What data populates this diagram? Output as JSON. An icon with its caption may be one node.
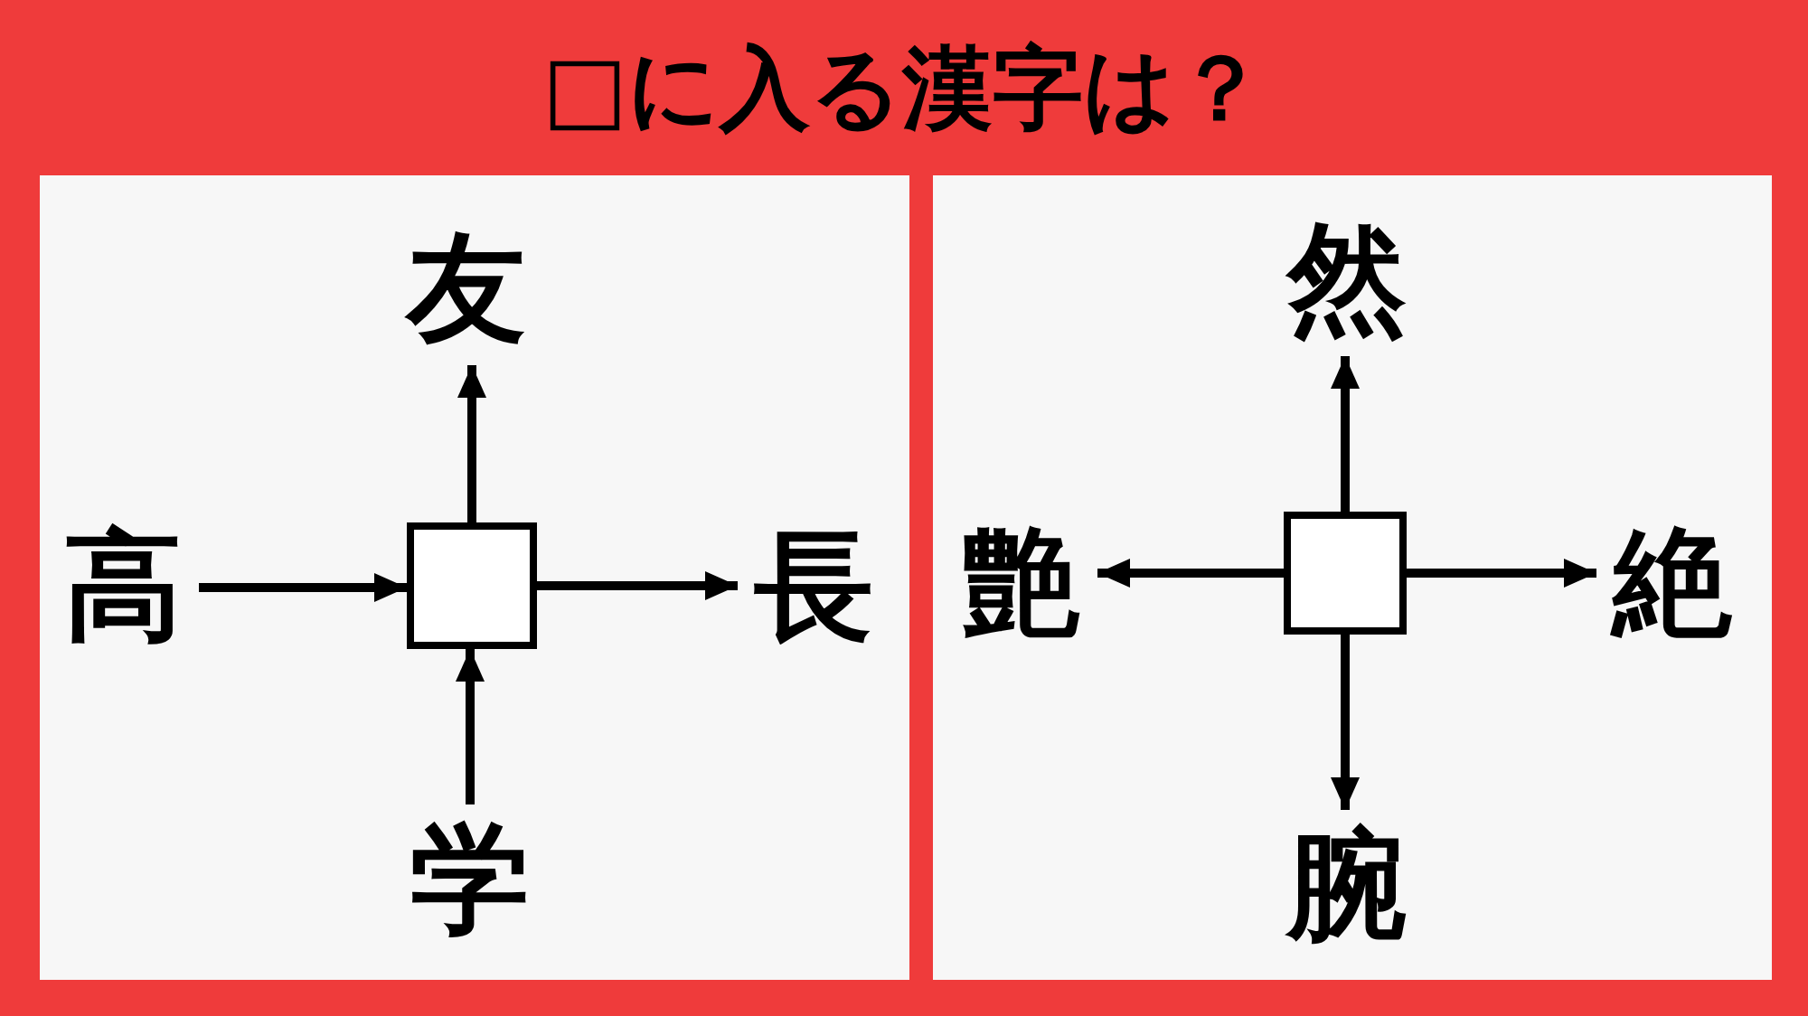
{
  "diagram": {
    "title": "□に入る漢字は？",
    "nodes": [
      {
        "text": [],
        "shape": "box"
      },
      {
        "text": [
          "友"
        ],
        "in": 0
      },
      {
        "text": [
          "高"
        ],
        "in": 0
      },
      {
        "text": [],
        "shape": "box",
        "in": 0
      },
      {
        "text": [
          "長"
        ],
        "in": 0
      },
      {
        "text": [
          "学"
        ],
        "in": 0
      },
      {
        "text": [],
        "shape": "box"
      },
      {
        "text": [
          "然"
        ],
        "in": 6
      },
      {
        "text": [
          "艶"
        ],
        "in": 6
      },
      {
        "text": [],
        "shape": "box",
        "in": 6
      },
      {
        "text": [
          "絶"
        ],
        "in": 6
      },
      {
        "text": [
          "腕"
        ],
        "in": 6
      }
    ],
    "edges": [
      {
        "from": 2,
        "to": 3,
        "arrow": "to"
      },
      {
        "from": 3,
        "to": 4,
        "arrow": "to"
      },
      {
        "from": 3,
        "to": 1,
        "arrow": "to"
      },
      {
        "from": 5,
        "to": 3,
        "arrow": "to"
      },
      {
        "from": 9,
        "to": 7,
        "arrow": "to"
      },
      {
        "from": 9,
        "to": 8,
        "arrow": "to"
      },
      {
        "from": 9,
        "to": 10,
        "arrow": "to"
      },
      {
        "from": 9,
        "to": 11,
        "arrow": "to"
      }
    ]
  }
}
